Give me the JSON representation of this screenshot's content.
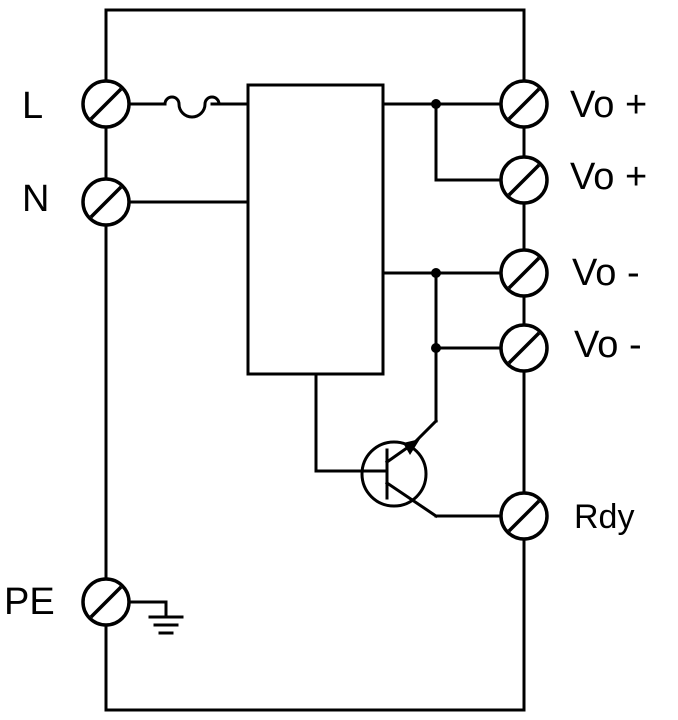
{
  "terminals": {
    "left": [
      {
        "id": "L",
        "label": "L"
      },
      {
        "id": "N",
        "label": "N"
      },
      {
        "id": "PE",
        "label": "PE"
      }
    ],
    "right": [
      {
        "id": "vo_plus_1",
        "label": "Vo +"
      },
      {
        "id": "vo_plus_2",
        "label": "Vo +"
      },
      {
        "id": "vo_minus_1",
        "label": "Vo -"
      },
      {
        "id": "vo_minus_2",
        "label": "Vo -"
      },
      {
        "id": "rdy",
        "label": "Rdy"
      }
    ]
  },
  "components": [
    "fuse",
    "converter-block",
    "npn-transistor",
    "earth-ground"
  ],
  "colors": {
    "line": "#000000",
    "background": "#ffffff"
  }
}
